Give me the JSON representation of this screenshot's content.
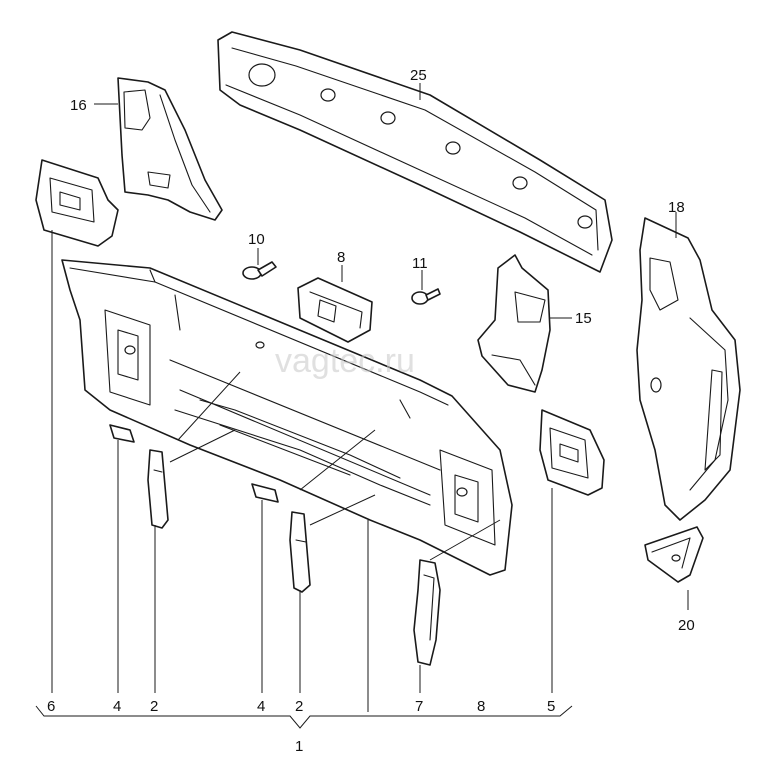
{
  "watermark": "vagtec.ru",
  "callouts": {
    "c25": "25",
    "c16": "16",
    "c6_top": "",
    "c18": "18",
    "c10": "10",
    "c8": "8",
    "c11": "11",
    "c15": "15",
    "c20": "20",
    "b6": "6",
    "b4a": "4",
    "b2a": "2",
    "b4b": "4",
    "b2b": "2",
    "b7": "7",
    "b8": "8",
    "b5": "5",
    "assembly": "1"
  },
  "colors": {
    "line": "#1a1a1a",
    "watermark": "#c8c8c8",
    "background": "#ffffff"
  }
}
